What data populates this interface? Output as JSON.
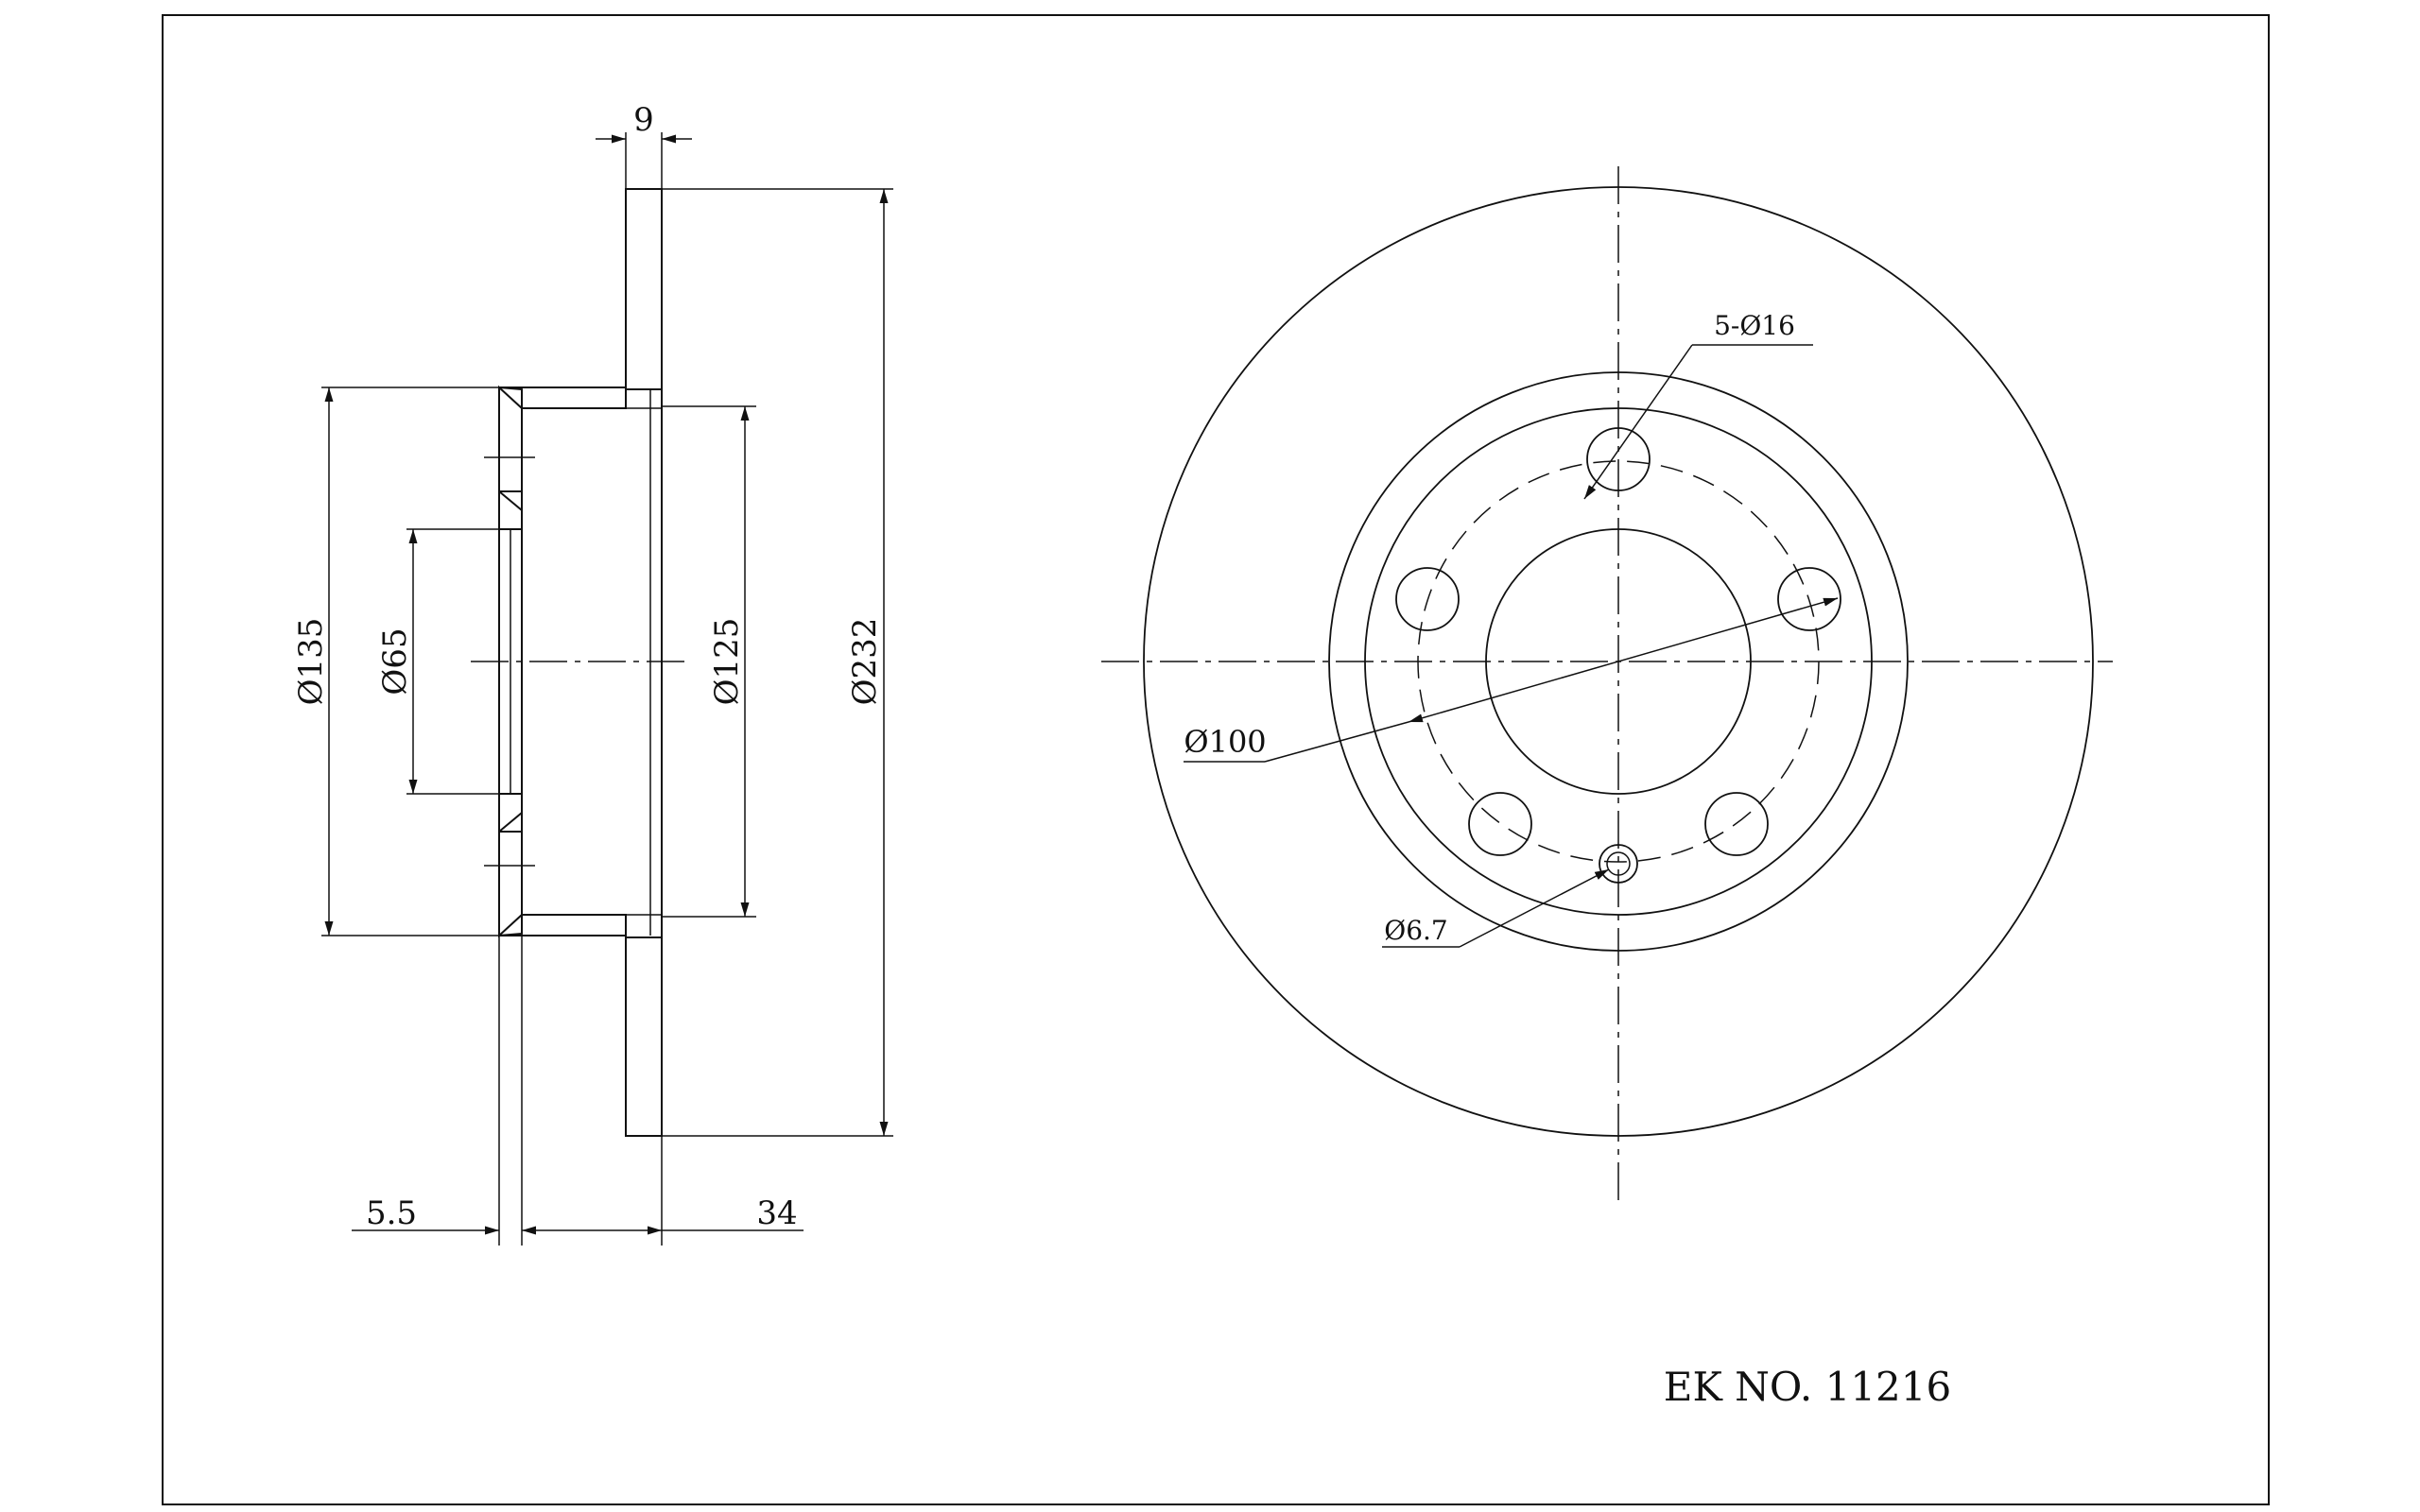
{
  "drawing": {
    "part_number": "EK NO.  11216",
    "line_color": "#111111",
    "background_color": "#ffffff"
  },
  "side_view": {
    "dimensions": {
      "thickness": "9",
      "outer_diameter": "Ø232",
      "hat_diameter": "Ø135",
      "center_bore": "Ø65",
      "inner_diameter": "Ø125",
      "hub_offset": "5.5",
      "overall_height": "34"
    }
  },
  "front_view": {
    "dimensions": {
      "bolt_holes": "5-Ø16",
      "pitch_circle": "Ø100",
      "pin_hole": "Ø6.7"
    }
  }
}
